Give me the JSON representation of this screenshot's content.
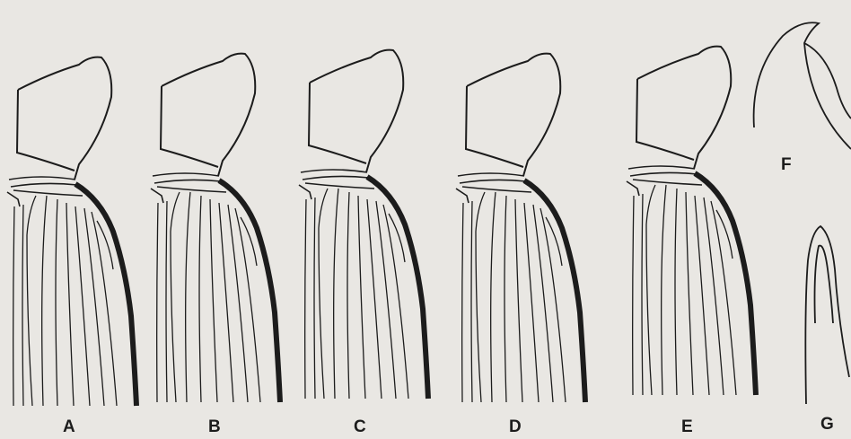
{
  "labels": {
    "a": "A",
    "b": "B",
    "c": "C",
    "d": "D",
    "e": "E",
    "f": "F",
    "g": "G"
  },
  "colors": {
    "paper": "#e9e7e3",
    "ink": "#1c1c1c"
  }
}
